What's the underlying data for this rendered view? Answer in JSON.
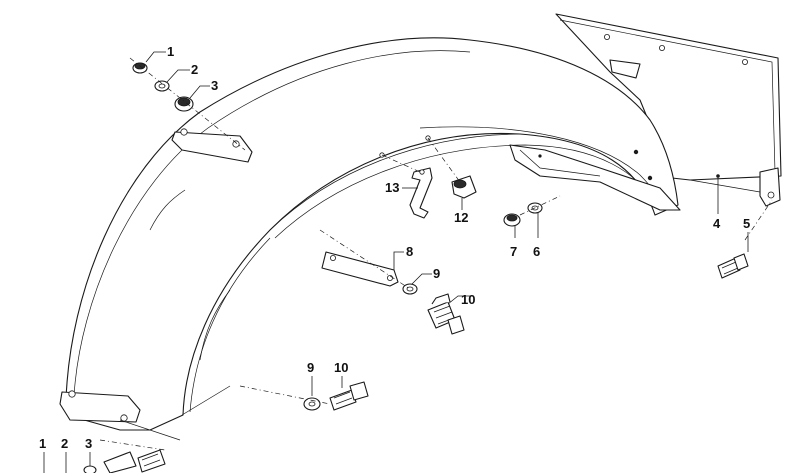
{
  "callouts": {
    "c1_top": "1",
    "c2_top": "2",
    "c3_top": "3",
    "c4": "4",
    "c5": "5",
    "c6": "6",
    "c7": "7",
    "c8": "8",
    "c9_mid": "9",
    "c10_mid": "10",
    "c12": "12",
    "c13": "13",
    "c9_low": "9",
    "c10_low": "10",
    "c1_bot": "1",
    "c2_bot": "2",
    "c3_bot": "3"
  }
}
